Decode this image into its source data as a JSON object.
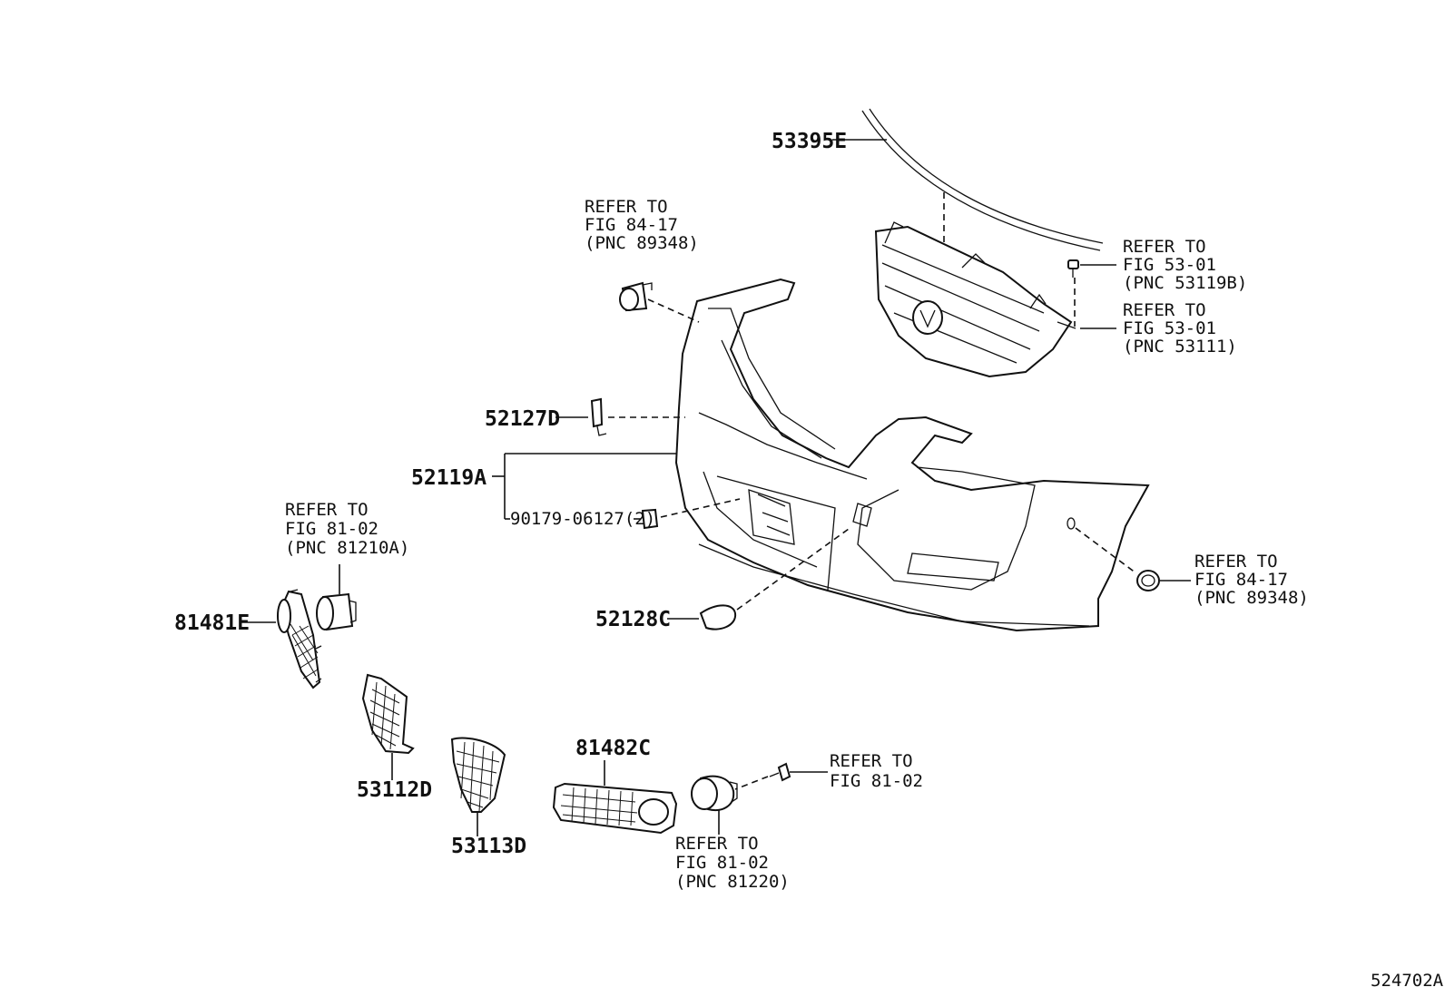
{
  "diagram_id": "524702A",
  "part_labels": {
    "p53395E": "53395E",
    "p52127D": "52127D",
    "p52119A": "52119A",
    "p90179": "90179-06127(2)",
    "p52128C": "52128C",
    "p81481E": "81481E",
    "p53112D": "53112D",
    "p53113D": "53113D",
    "p81482C": "81482C"
  },
  "refs": {
    "fig84_17_top": [
      "REFER TO",
      "FIG 84-17",
      "(PNC 89348)"
    ],
    "fig53_01_a": [
      "REFER TO",
      "FIG 53-01",
      "(PNC 53119B)"
    ],
    "fig53_01_b": [
      "REFER TO",
      "FIG 53-01",
      "(PNC 53111)"
    ],
    "fig81_02_left": [
      "REFER TO",
      "FIG 81-02",
      "(PNC 81210A)"
    ],
    "fig84_17_right": [
      "REFER TO",
      "FIG 84-17",
      "(PNC 89348)"
    ],
    "fig81_02_screw": [
      "REFER TO",
      "FIG 81-02"
    ],
    "fig81_02_lamp": [
      "REFER TO",
      "FIG 81-02",
      "(PNC 81220)"
    ]
  }
}
